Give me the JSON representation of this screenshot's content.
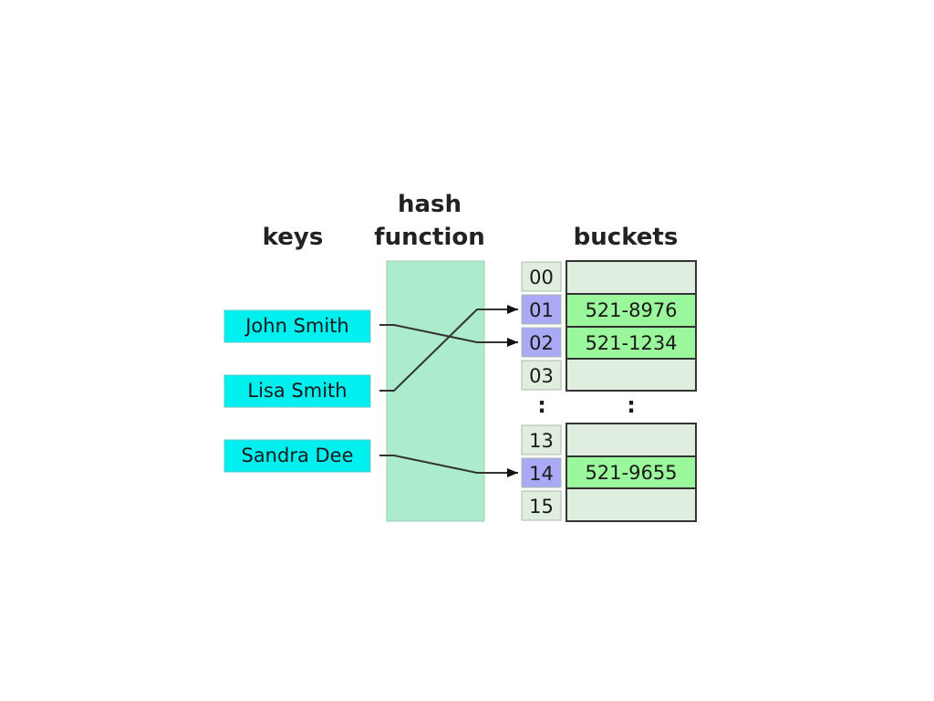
{
  "headers": {
    "keys": "keys",
    "hash_line1": "hash",
    "hash_line2": "function",
    "buckets": "buckets"
  },
  "keys": [
    {
      "label": "John Smith",
      "bucket": "02"
    },
    {
      "label": "Lisa Smith",
      "bucket": "01"
    },
    {
      "label": "Sandra Dee",
      "bucket": "14"
    }
  ],
  "buckets": [
    {
      "index": "00",
      "value": ""
    },
    {
      "index": "01",
      "value": "521-8976"
    },
    {
      "index": "02",
      "value": "521-1234"
    },
    {
      "index": "03",
      "value": ""
    },
    {
      "index": "13",
      "value": ""
    },
    {
      "index": "14",
      "value": "521-9655"
    },
    {
      "index": "15",
      "value": ""
    }
  ],
  "ellipsis": ":",
  "colors": {
    "key_fill": "#00f0f0",
    "hash_fill": "#acebcc",
    "index_empty": "#dfeedf",
    "index_used": "#a9a9f5",
    "bucket_empty": "#dfeedf",
    "bucket_used": "#9bf79b",
    "line": "#333333"
  }
}
